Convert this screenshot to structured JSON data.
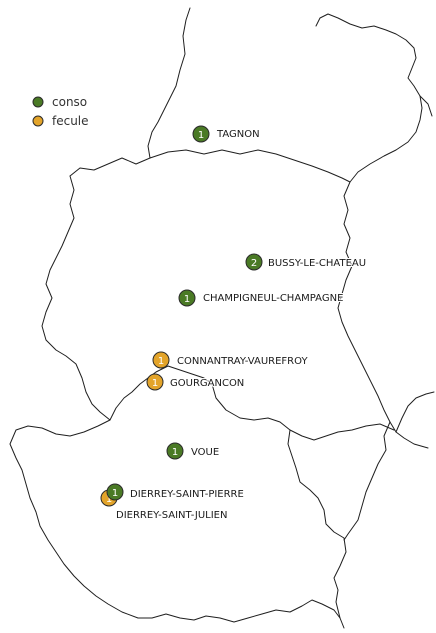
{
  "legend": {
    "items": [
      {
        "label": "conso",
        "color": "#4a7a25"
      },
      {
        "label": "fecule",
        "color": "#e3a42a"
      }
    ]
  },
  "places": [
    {
      "name": "TAGNON",
      "count": "1",
      "category": "conso"
    },
    {
      "name": "BUSSY-LE-CHATEAU",
      "count": "2",
      "category": "conso"
    },
    {
      "name": "CHAMPIGNEUL-CHAMPAGNE",
      "count": "1",
      "category": "conso"
    },
    {
      "name": "CONNANTRAY-VAUREFROY",
      "count": "1",
      "category": "fecule"
    },
    {
      "name": "GOURGANCON",
      "count": "1",
      "category": "fecule"
    },
    {
      "name": "VOUE",
      "count": "1",
      "category": "conso"
    },
    {
      "name": "DIERREY-SAINT-JULIEN",
      "count": "1",
      "category": "fecule"
    },
    {
      "name": "DIERREY-SAINT-PIERRE",
      "count": "1",
      "category": "conso"
    }
  ]
}
